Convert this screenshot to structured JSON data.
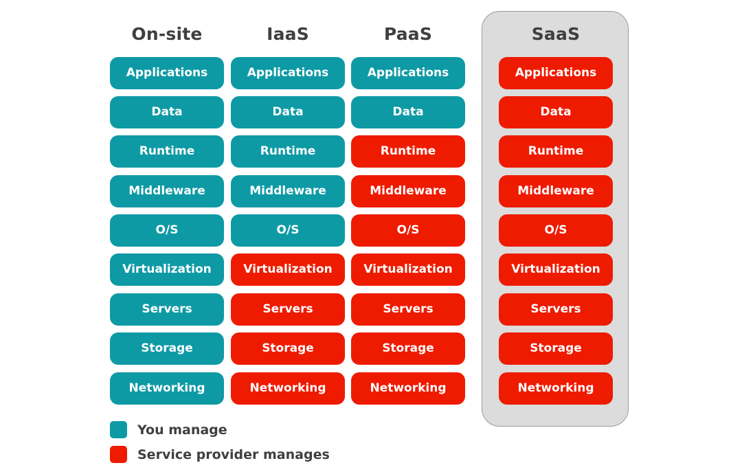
{
  "columns": [
    {
      "title": "On-site",
      "provider_from_layer": 9
    },
    {
      "title": "IaaS",
      "provider_from_layer": 5
    },
    {
      "title": "PaaS",
      "provider_from_layer": 2
    },
    {
      "title": "SaaS",
      "provider_from_layer": 0
    }
  ],
  "layers": [
    "Applications",
    "Data",
    "Runtime",
    "Middleware",
    "O/S",
    "Virtualization",
    "Servers",
    "Storage",
    "Networking"
  ],
  "legend": {
    "you_manage": "You manage",
    "provider_manages": "Service provider manages"
  },
  "colors": {
    "you_manage": "#0e9aa5",
    "provider_manages": "#ee1b00",
    "saas_panel": "#dcdcdc",
    "heading_text": "#3f3f3f"
  }
}
